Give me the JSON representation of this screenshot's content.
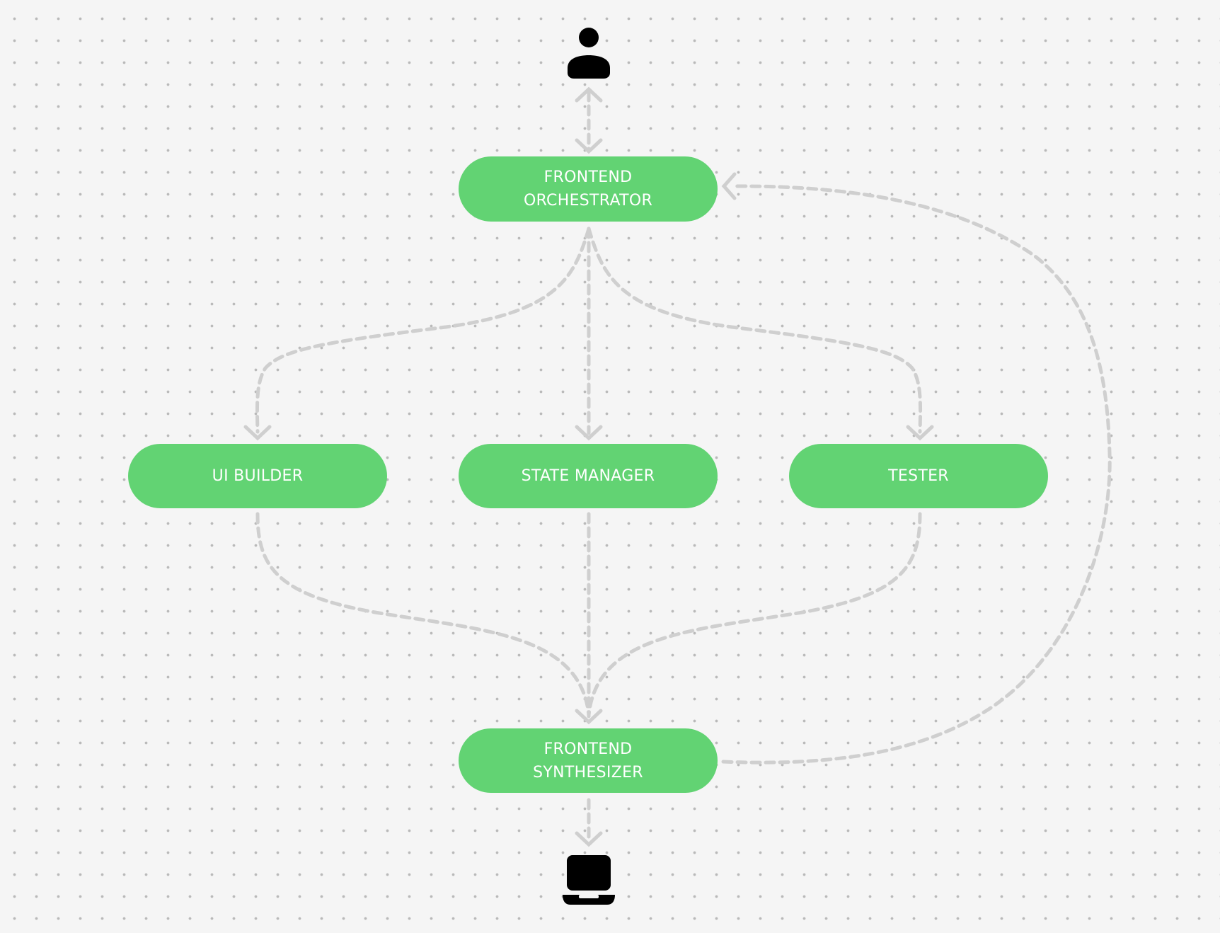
{
  "diagram": {
    "nodes": [
      {
        "id": "user",
        "kind": "icon",
        "icon": "user-icon",
        "label": ""
      },
      {
        "id": "orchestrator",
        "kind": "process",
        "label": "FRONTEND\nORCHESTRATOR"
      },
      {
        "id": "ui_builder",
        "kind": "process",
        "label": "UI BUILDER"
      },
      {
        "id": "state_manager",
        "kind": "process",
        "label": "STATE MANAGER"
      },
      {
        "id": "tester",
        "kind": "process",
        "label": "TESTER"
      },
      {
        "id": "synthesizer",
        "kind": "process",
        "label": "FRONTEND\nSYNTHESIZER"
      },
      {
        "id": "output",
        "kind": "icon",
        "icon": "laptop-icon",
        "label": ""
      }
    ],
    "edges": [
      {
        "from": "user",
        "to": "orchestrator",
        "bidirectional": true
      },
      {
        "from": "orchestrator",
        "to": "ui_builder"
      },
      {
        "from": "orchestrator",
        "to": "state_manager"
      },
      {
        "from": "orchestrator",
        "to": "tester"
      },
      {
        "from": "ui_builder",
        "to": "synthesizer"
      },
      {
        "from": "state_manager",
        "to": "synthesizer"
      },
      {
        "from": "tester",
        "to": "synthesizer"
      },
      {
        "from": "synthesizer",
        "to": "orchestrator"
      },
      {
        "from": "synthesizer",
        "to": "output"
      }
    ],
    "colors": {
      "node_fill": "#62d373",
      "node_text": "#ffffff",
      "edge": "#cfcfcf",
      "icon": "#000000",
      "background": "#f5f5f5",
      "grid_dots": "#b9b9b9"
    }
  }
}
